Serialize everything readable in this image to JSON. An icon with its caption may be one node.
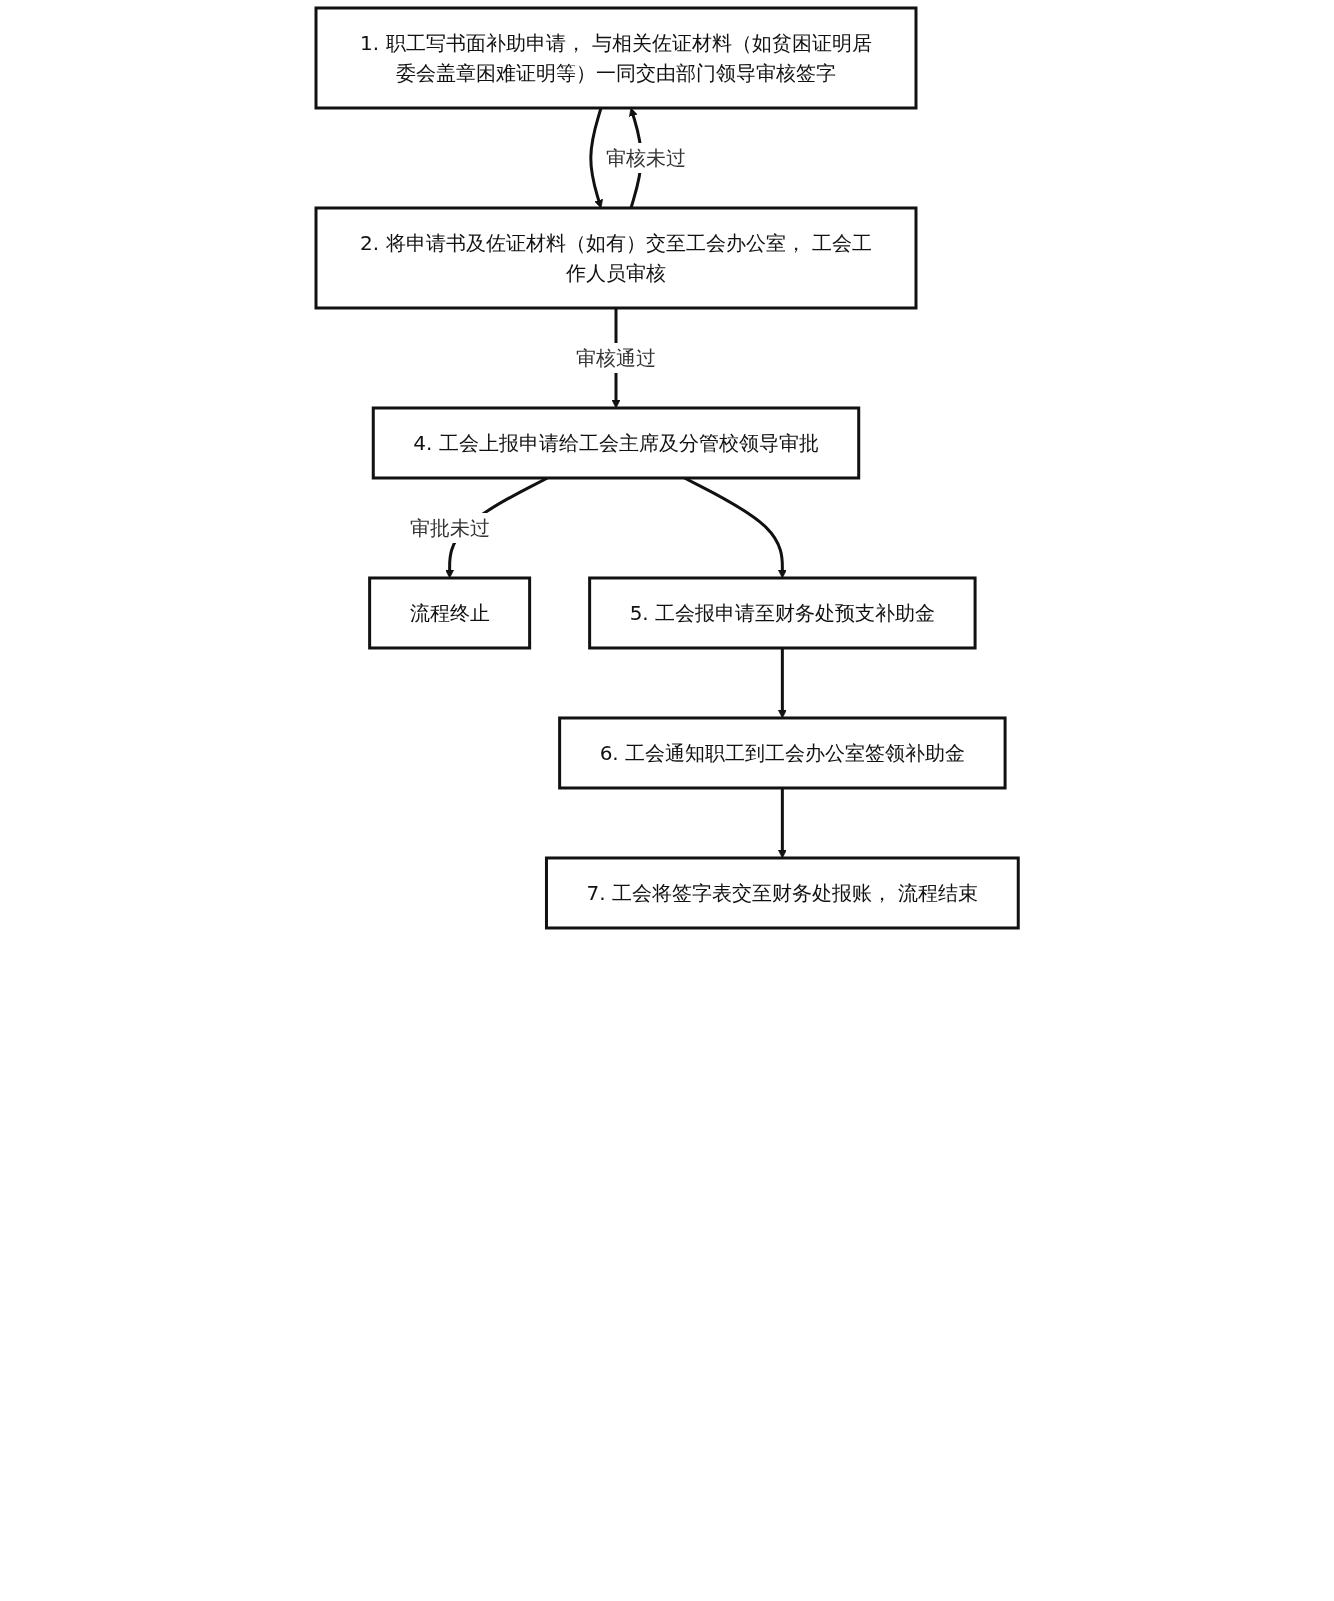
{
  "diagram": {
    "nodes": [
      {
        "text": [
          "1. 职工写书面补助申请， 与相关佐证材料（如贫困证明居委会盖章困难证明等）一同交由部门领导审核签字"
        ]
      },
      {
        "text": [
          "2. 将申请书及佐证材料（如有）交至工会办公室， 工会工作人员审核"
        ]
      },
      {
        "text": [
          "4. 工会上报申请给工会主席及分管校领导审批"
        ]
      },
      {
        "text": [
          "流程终止"
        ]
      },
      {
        "text": [
          "5. 工会报申请至财务处预支补助金"
        ]
      },
      {
        "text": [
          "6. 工会通知职工到工会办公室签领补助金"
        ]
      },
      {
        "text": [
          "7. 工会将签字表交至财务处报账， 流程结束"
        ]
      }
    ],
    "edges": [
      {
        "from": 0,
        "to": 1,
        "arrow": "to"
      },
      {
        "from": 1,
        "to": 0,
        "arrow": "to",
        "label": "审核未过"
      },
      {
        "from": 1,
        "to": 2,
        "arrow": "to",
        "label": "审核通过"
      },
      {
        "from": 2,
        "to": 3,
        "arrow": "to",
        "label": "审批未过"
      },
      {
        "from": 2,
        "to": 4,
        "arrow": "to"
      },
      {
        "from": 4,
        "to": 5,
        "arrow": "to"
      },
      {
        "from": 5,
        "to": 6,
        "arrow": "to"
      }
    ]
  }
}
